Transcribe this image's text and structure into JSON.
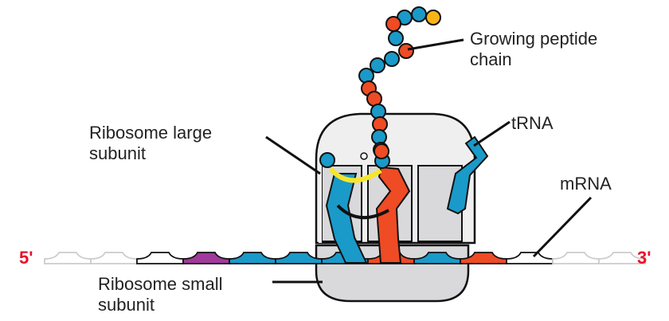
{
  "labels": {
    "peptide": [
      "Growing peptide",
      "chain"
    ],
    "large_subunit": [
      "Ribosome large",
      "subunit"
    ],
    "trna": "tRNA",
    "mrna": "mRNA",
    "small_subunit": [
      "Ribosome small",
      "subunit"
    ],
    "five_prime": "5'",
    "three_prime": "3'"
  },
  "colors": {
    "blue": "#1a9ac9",
    "red": "#ef4b24",
    "purple": "#a03a9c",
    "yellow": "#f6e62a",
    "gold": "#f6b41a",
    "ribosome_large": "#efeff0",
    "ribosome_small": "#d9d9db",
    "end_label": "#e8102a"
  },
  "codons": [
    "faint",
    "faint",
    "white",
    "purple",
    "blue",
    "blue",
    "blue",
    "red",
    "blue",
    "red",
    "white",
    "faint",
    "faint"
  ],
  "peptide_beads": [
    "gold",
    "blue",
    "blue",
    "red",
    "blue",
    "red",
    "blue",
    "blue",
    "blue",
    "red",
    "red",
    "blue",
    "red",
    "blue",
    "red",
    "blue",
    "red"
  ]
}
